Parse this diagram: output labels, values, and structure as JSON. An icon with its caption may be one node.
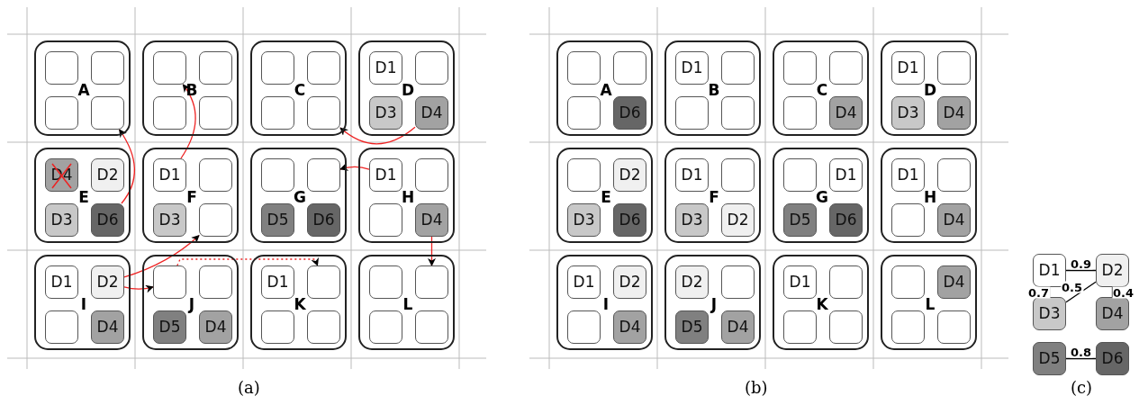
{
  "diagram": {
    "nodes": [
      {
        "text": [
          "A"
        ]
      },
      {
        "text": [],
        "shape": "box",
        "in": 0
      },
      {
        "text": [],
        "shape": "box",
        "in": 0
      },
      {
        "text": [],
        "shape": "box",
        "in": 0
      },
      {
        "text": [],
        "shape": "box",
        "in": 0
      },
      {
        "text": [
          "B"
        ]
      },
      {
        "text": [],
        "shape": "box",
        "in": 5
      },
      {
        "text": [],
        "shape": "box",
        "in": 5
      },
      {
        "text": [],
        "shape": "box",
        "in": 5
      },
      {
        "text": [],
        "shape": "box",
        "in": 5
      },
      {
        "text": [
          "C"
        ]
      },
      {
        "text": [],
        "shape": "box",
        "in": 10
      },
      {
        "text": [],
        "shape": "box",
        "in": 10
      },
      {
        "text": [],
        "shape": "box",
        "in": 10
      },
      {
        "text": [],
        "shape": "box",
        "in": 10
      },
      {
        "text": [
          "D"
        ]
      },
      {
        "text": [
          "D1"
        ],
        "in": 15
      },
      {
        "text": [],
        "shape": "box",
        "in": 15
      },
      {
        "text": [
          "D3"
        ],
        "in": 15
      },
      {
        "text": [
          "D4"
        ],
        "in": 15
      },
      {
        "text": [
          "E"
        ]
      },
      {
        "text": [
          "D4"
        ],
        "in": 20
      },
      {
        "text": [
          "D2"
        ],
        "in": 20
      },
      {
        "text": [
          "D3"
        ],
        "in": 20
      },
      {
        "text": [
          "D6"
        ],
        "in": 20
      },
      {
        "text": [
          "F"
        ]
      },
      {
        "text": [
          "D1"
        ],
        "in": 25
      },
      {
        "text": [],
        "shape": "box",
        "in": 25
      },
      {
        "text": [
          "D3"
        ],
        "in": 25
      },
      {
        "text": [],
        "shape": "box",
        "in": 25
      },
      {
        "text": [
          "G"
        ]
      },
      {
        "text": [],
        "shape": "box",
        "in": 30
      },
      {
        "text": [],
        "shape": "box",
        "in": 30
      },
      {
        "text": [
          "D5"
        ],
        "in": 30
      },
      {
        "text": [
          "D6"
        ],
        "in": 30
      },
      {
        "text": [
          "H"
        ]
      },
      {
        "text": [
          "D1"
        ],
        "in": 35
      },
      {
        "text": [],
        "shape": "box",
        "in": 35
      },
      {
        "text": [],
        "shape": "box",
        "in": 35
      },
      {
        "text": [
          "D4"
        ],
        "in": 35
      },
      {
        "text": [
          "I"
        ]
      },
      {
        "text": [
          "D1"
        ],
        "in": 40
      },
      {
        "text": [
          "D2"
        ],
        "in": 40
      },
      {
        "text": [],
        "shape": "box",
        "in": 40
      },
      {
        "text": [
          "D4"
        ],
        "in": 40
      },
      {
        "text": [
          "J"
        ]
      },
      {
        "text": [],
        "shape": "box",
        "in": 45
      },
      {
        "text": [],
        "shape": "box",
        "in": 45
      },
      {
        "text": [
          "D5"
        ],
        "in": 45
      },
      {
        "text": [
          "D4"
        ],
        "in": 45
      },
      {
        "text": [
          "K"
        ]
      },
      {
        "text": [
          "D1"
        ],
        "in": 50
      },
      {
        "text": [],
        "shape": "box",
        "in": 50
      },
      {
        "text": [],
        "shape": "box",
        "in": 50
      },
      {
        "text": [],
        "shape": "box",
        "in": 50
      },
      {
        "text": [
          "L"
        ]
      },
      {
        "text": [],
        "shape": "box",
        "in": 55
      },
      {
        "text": [],
        "shape": "box",
        "in": 55
      },
      {
        "text": [],
        "shape": "box",
        "in": 55
      },
      {
        "text": [],
        "shape": "box",
        "in": 55
      },
      {
        "text": [
          "A"
        ]
      },
      {
        "text": [],
        "shape": "box",
        "in": 60
      },
      {
        "text": [],
        "shape": "box",
        "in": 60
      },
      {
        "text": [],
        "shape": "box",
        "in": 60
      },
      {
        "text": [
          "D6"
        ],
        "in": 60
      },
      {
        "text": [
          "B"
        ]
      },
      {
        "text": [
          "D1"
        ],
        "in": 65
      },
      {
        "text": [],
        "shape": "box",
        "in": 65
      },
      {
        "text": [],
        "shape": "box",
        "in": 65
      },
      {
        "text": [],
        "shape": "box",
        "in": 65
      },
      {
        "text": [
          "C"
        ]
      },
      {
        "text": [],
        "shape": "box",
        "in": 70
      },
      {
        "text": [],
        "shape": "box",
        "in": 70
      },
      {
        "text": [],
        "shape": "box",
        "in": 70
      },
      {
        "text": [
          "D4"
        ],
        "in": 70
      },
      {
        "text": [
          "D"
        ]
      },
      {
        "text": [
          "D1"
        ],
        "in": 75
      },
      {
        "text": [],
        "shape": "box",
        "in": 75
      },
      {
        "text": [
          "D3"
        ],
        "in": 75
      },
      {
        "text": [
          "D4"
        ],
        "in": 75
      },
      {
        "text": [
          "E"
        ]
      },
      {
        "text": [],
        "shape": "box",
        "in": 80
      },
      {
        "text": [
          "D2"
        ],
        "in": 80
      },
      {
        "text": [
          "D3"
        ],
        "in": 80
      },
      {
        "text": [
          "D6"
        ],
        "in": 80
      },
      {
        "text": [
          "F"
        ]
      },
      {
        "text": [
          "D1"
        ],
        "in": 85
      },
      {
        "text": [],
        "shape": "box",
        "in": 85
      },
      {
        "text": [
          "D3"
        ],
        "in": 85
      },
      {
        "text": [
          "D2"
        ],
        "in": 85
      },
      {
        "text": [
          "G"
        ]
      },
      {
        "text": [],
        "shape": "box",
        "in": 90
      },
      {
        "text": [
          "D1"
        ],
        "in": 90
      },
      {
        "text": [
          "D5"
        ],
        "in": 90
      },
      {
        "text": [
          "D6"
        ],
        "in": 90
      },
      {
        "text": [
          "H"
        ]
      },
      {
        "text": [
          "D1"
        ],
        "in": 95
      },
      {
        "text": [],
        "shape": "box",
        "in": 95
      },
      {
        "text": [],
        "shape": "box",
        "in": 95
      },
      {
        "text": [
          "D4"
        ],
        "in": 95
      },
      {
        "text": [
          "I"
        ]
      },
      {
        "text": [
          "D1"
        ],
        "in": 100
      },
      {
        "text": [
          "D2"
        ],
        "in": 100
      },
      {
        "text": [],
        "shape": "box",
        "in": 100
      },
      {
        "text": [
          "D4"
        ],
        "in": 100
      },
      {
        "text": [
          "J"
        ]
      },
      {
        "text": [
          "D2"
        ],
        "in": 105
      },
      {
        "text": [],
        "shape": "box",
        "in": 105
      },
      {
        "text": [
          "D5"
        ],
        "in": 105
      },
      {
        "text": [
          "D4"
        ],
        "in": 105
      },
      {
        "text": [
          "K"
        ]
      },
      {
        "text": [
          "D1"
        ],
        "in": 110
      },
      {
        "text": [],
        "shape": "box",
        "in": 110
      },
      {
        "text": [],
        "shape": "box",
        "in": 110
      },
      {
        "text": [],
        "shape": "box",
        "in": 110
      },
      {
        "text": [
          "L"
        ]
      },
      {
        "text": [],
        "shape": "box",
        "in": 115
      },
      {
        "text": [
          "D4"
        ],
        "in": 115
      },
      {
        "text": [],
        "shape": "box",
        "in": 115
      },
      {
        "text": [],
        "shape": "box",
        "in": 115
      },
      {
        "text": [
          "D1"
        ]
      },
      {
        "text": [
          "D2"
        ]
      },
      {
        "text": [
          "D3"
        ]
      },
      {
        "text": [
          "D4"
        ]
      },
      {
        "text": [
          "D5"
        ]
      },
      {
        "text": [
          "D6"
        ]
      }
    ],
    "edges": [
      {
        "from": 24,
        "to": 4,
        "arrow": "to"
      },
      {
        "from": 26,
        "to": 6,
        "arrow": "to"
      },
      {
        "from": 19,
        "to": 14,
        "arrow": "to"
      },
      {
        "from": 36,
        "to": 32,
        "arrow": "to"
      },
      {
        "from": 39,
        "to": 57,
        "arrow": "to"
      },
      {
        "from": 42,
        "to": 29,
        "arrow": "to"
      },
      {
        "from": 42,
        "to": 46,
        "arrow": "to"
      },
      {
        "from": 46,
        "to": 52,
        "arrow": "to",
        "style": "dashed"
      },
      {
        "from": 120,
        "to": 121,
        "arrow": "none",
        "label": "0.9",
        "color": "#000000"
      },
      {
        "from": 120,
        "to": 122,
        "arrow": "none",
        "label": "0.7",
        "color": "#000000"
      },
      {
        "from": 121,
        "to": 122,
        "arrow": "none",
        "label": "0.5",
        "color": "#000000"
      },
      {
        "from": 121,
        "to": 123,
        "arrow": "none",
        "label": "0.4",
        "color": "#000000"
      },
      {
        "from": 124,
        "to": 125,
        "arrow": "none",
        "label": "0.8",
        "color": "#000000"
      }
    ],
    "labels": [
      "(a)",
      "(b)",
      "(c)"
    ]
  }
}
